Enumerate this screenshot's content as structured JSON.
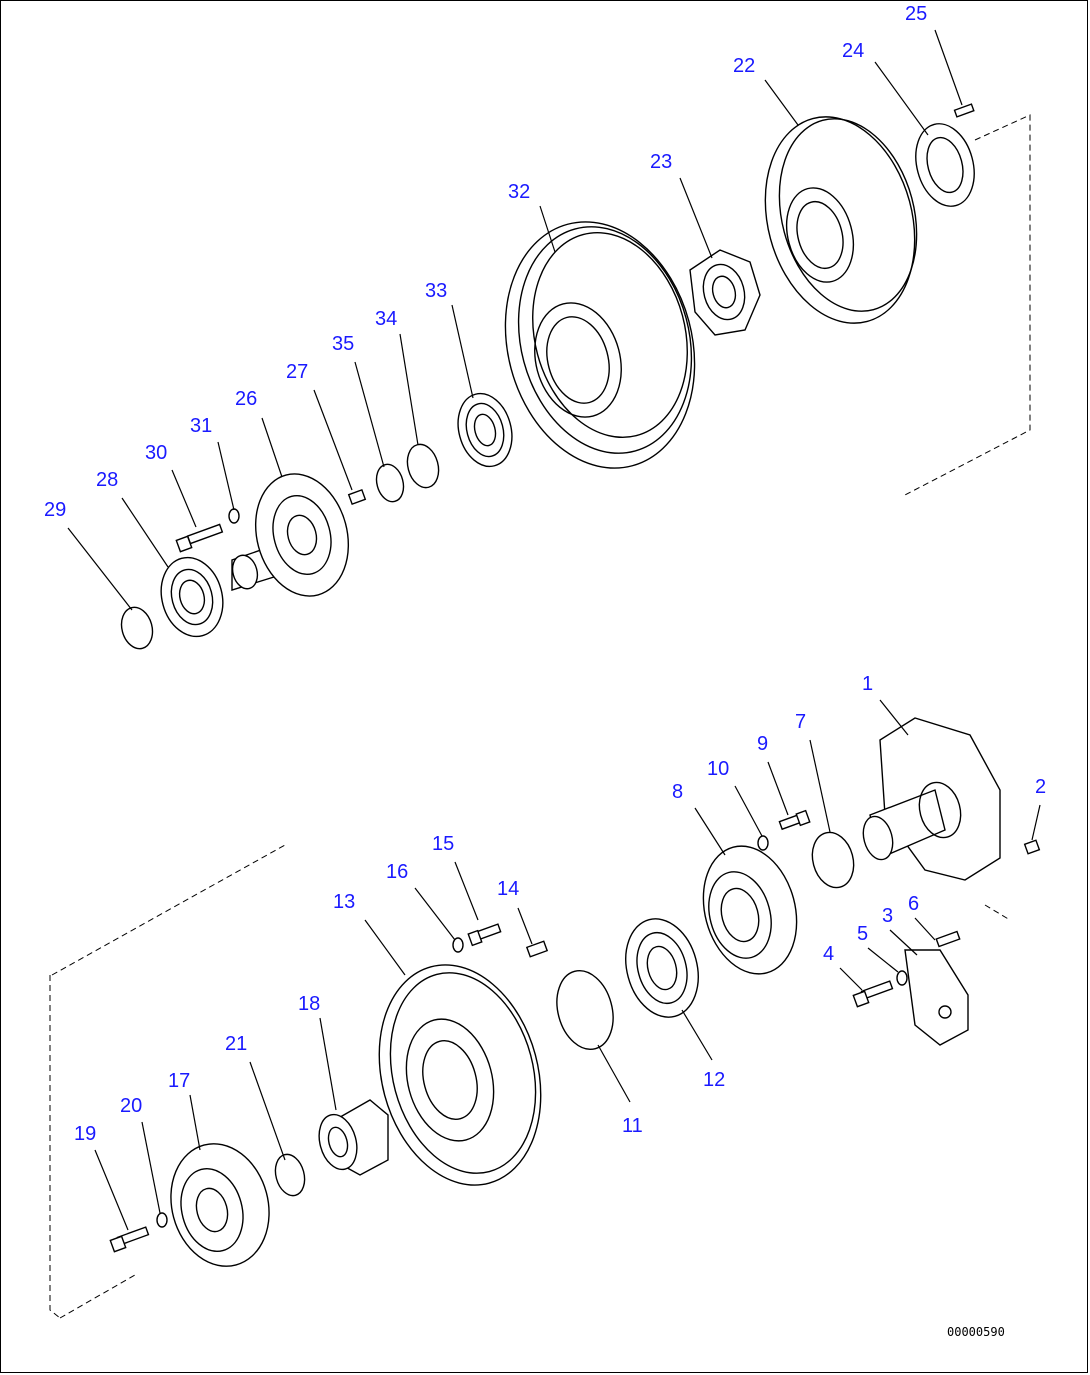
{
  "drawing_number": "00000590",
  "callouts": {
    "c1": "1",
    "c2": "2",
    "c3": "3",
    "c4": "4",
    "c5": "5",
    "c6": "6",
    "c7": "7",
    "c8": "8",
    "c9": "9",
    "c10": "10",
    "c11": "11",
    "c12": "12",
    "c13": "13",
    "c14": "14",
    "c15": "15",
    "c16": "16",
    "c17": "17",
    "c18": "18",
    "c19": "19",
    "c20": "20",
    "c21": "21",
    "c22": "22",
    "c23": "23",
    "c24": "24",
    "c25": "25",
    "c26": "26",
    "c27": "27",
    "c28": "28",
    "c29": "29",
    "c30": "30",
    "c31": "31",
    "c32": "32",
    "c33": "33",
    "c34": "34",
    "c35": "35"
  },
  "colors": {
    "callout": "#1a1aff",
    "line": "#000000",
    "background": "#ffffff"
  }
}
